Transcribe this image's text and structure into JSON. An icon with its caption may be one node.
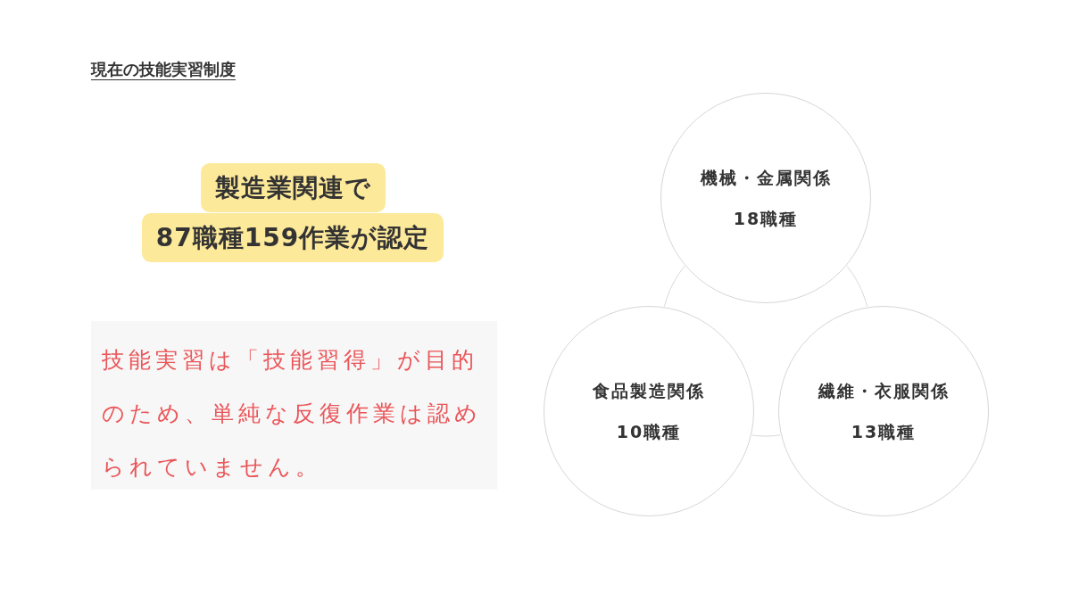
{
  "diagram": {
    "title": "現在の技能実習制度",
    "nodes": [
      {
        "text": [
          "製造業関連で",
          "87職種159作業が認定"
        ]
      },
      {
        "text": [
          "技能実習は「技能習得」が目的のため、単純な反復作業は認められていません。"
        ]
      },
      {
        "text": [],
        "shape": "circle"
      },
      {
        "text": [
          "機械・金属関係",
          "18職種"
        ]
      },
      {
        "text": [
          "食品製造関係",
          "10職種"
        ]
      },
      {
        "text": [
          "繊維・衣服関係",
          "13職種"
        ]
      }
    ],
    "edges": []
  }
}
